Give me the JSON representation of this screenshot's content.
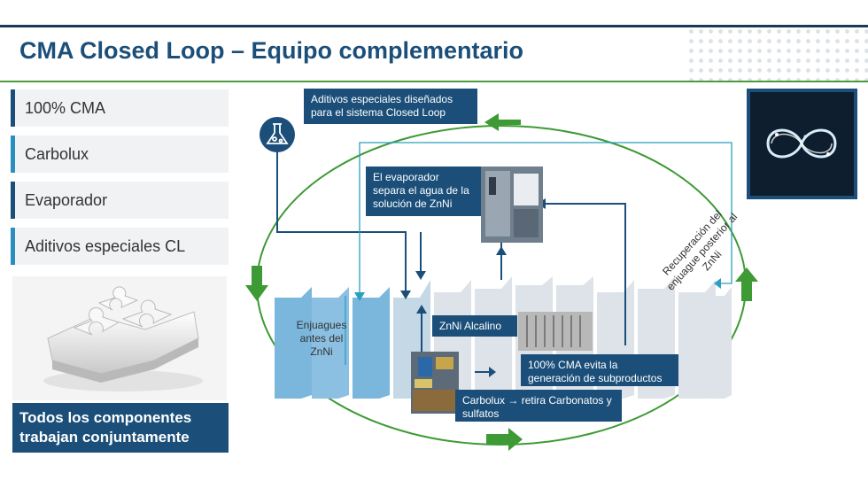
{
  "title": "CMA Closed Loop – Equipo complementario",
  "sidebar": {
    "items": [
      {
        "label": "100% CMA",
        "accent": "#1b4f7a"
      },
      {
        "label": "Carbolux",
        "accent": "#2a8fbf"
      },
      {
        "label": "Evaporador",
        "accent": "#1b4f7a"
      },
      {
        "label": "Aditivos especiales CL",
        "accent": "#2a8fbf"
      }
    ],
    "caption": "Todos los componentes\ntrabajan conjuntamente"
  },
  "diagram": {
    "note_aditivos": "Aditivos especiales diseñados para el sistema Closed Loop",
    "note_evaporador": "El evaporador separa el agua de la solución de ZnNi",
    "note_znni": "ZnNi Alcalino",
    "note_cma": "100% CMA evita la generación de subproductos",
    "note_carbolux": "Carbolux → retira Carbonatos y sulfatos",
    "label_enjuagues": "Enjuagues antes del ZnNi",
    "label_recuperacion": "Recuperación del enjuague posterior al ZnNi"
  },
  "colors": {
    "brand": "#1b4f7a",
    "accent_green": "#3d9a35",
    "cyan": "#2a9fbf"
  },
  "icons": [
    "flask-icon",
    "green-arrow-icon"
  ]
}
